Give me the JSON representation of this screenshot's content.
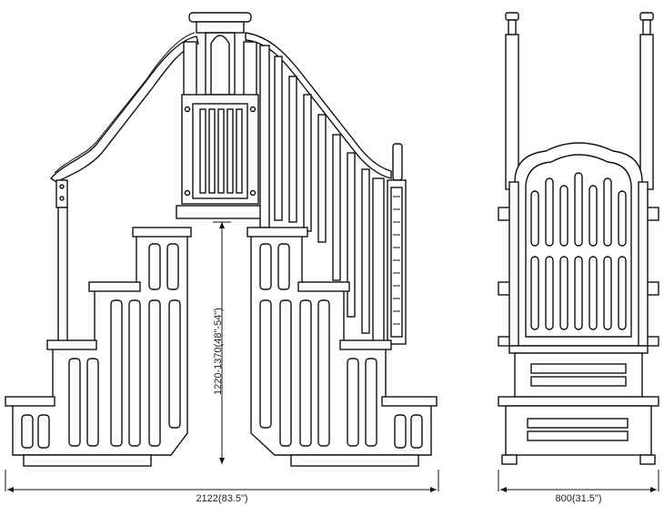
{
  "dimensions": {
    "total_width": "2122(83.5\")",
    "height": "1220-1370(48\"-54\")",
    "side_width": "800(31.5\")"
  },
  "colors": {
    "stroke": "#111111",
    "fill": "#ffffff"
  }
}
